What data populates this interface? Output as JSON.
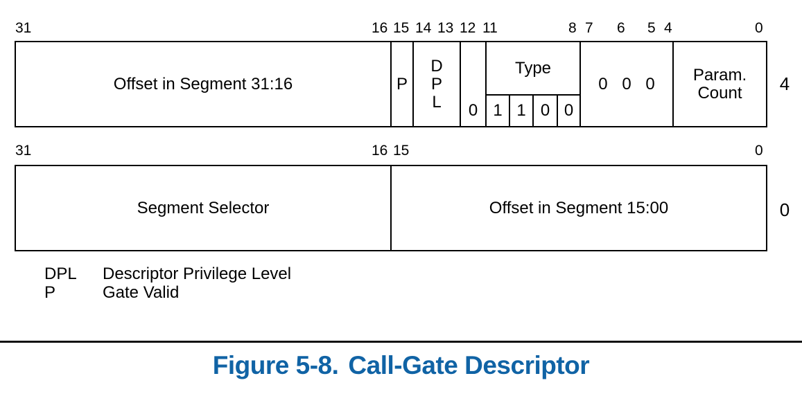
{
  "figure_caption": {
    "label": "Figure 5-8.",
    "title": "Call-Gate Descriptor",
    "color": "#1063a5"
  },
  "dword_high": {
    "byte_offset": "4",
    "bit_labels": [
      "31",
      "16",
      "15",
      "14",
      "13",
      "12",
      "11",
      "8",
      "7",
      "6",
      "5",
      "4",
      "0"
    ],
    "fields": {
      "offset_high": "Offset in Segment 31:16",
      "p": "P",
      "dpl": "D\nP\nL",
      "bit12": "0",
      "type_label": "Type",
      "type_bits": [
        "1",
        "1",
        "0",
        "0"
      ],
      "zeros": "0 0 0",
      "param_count": "Param.\nCount"
    }
  },
  "dword_low": {
    "byte_offset": "0",
    "bit_labels": [
      "31",
      "16",
      "15",
      "0"
    ],
    "fields": {
      "segment_selector": "Segment Selector",
      "offset_low": "Offset in Segment 15:00"
    }
  },
  "legend": {
    "entries": [
      {
        "term": "DPL",
        "definition": "Descriptor Privilege Level"
      },
      {
        "term": "P",
        "definition": "Gate Valid"
      }
    ]
  }
}
